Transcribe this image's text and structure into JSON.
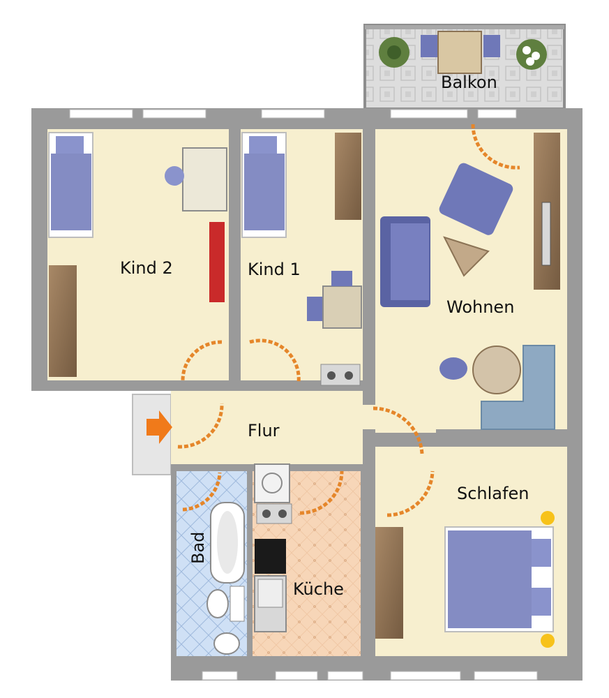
{
  "rooms": {
    "balkon": "Balkon",
    "kind2": "Kind 2",
    "kind1": "Kind 1",
    "wohnen": "Wohnen",
    "flur": "Flur",
    "schlafen": "Schlafen",
    "bad": "Bad",
    "kueche": "Küche"
  },
  "colors": {
    "wall": "#9a9a9a",
    "wall_dark": "#7e7e7e",
    "floor": "#f7efcf",
    "bath_tile": "#cfe0f5",
    "kitchen_tile": "#f7d6b8",
    "balcony_tile": "#dcdcdc",
    "furniture_blue": "#6f78b8",
    "wood": "#7a5a3c",
    "entry_arrow": "#f07a1a",
    "door_arc": "#e5862a"
  },
  "icons": [
    "entry-arrow-icon",
    "plant-icon",
    "flower-icon",
    "lamp-icon"
  ]
}
